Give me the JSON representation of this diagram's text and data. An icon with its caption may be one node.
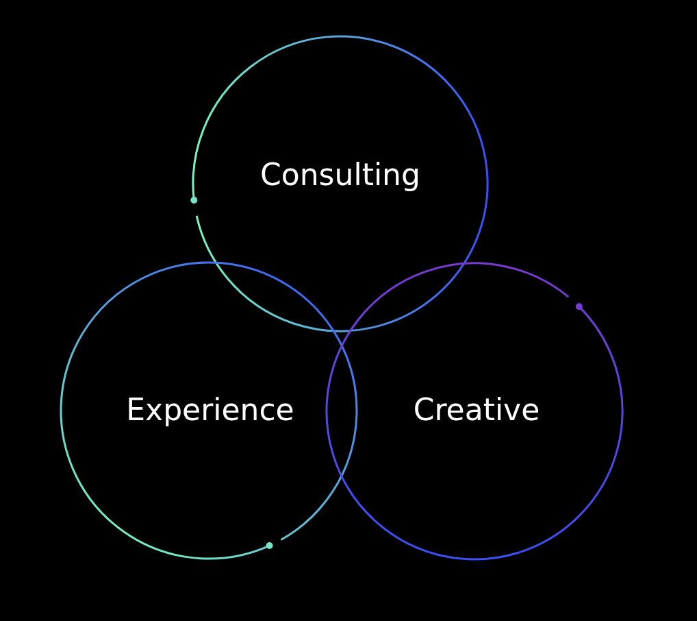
{
  "diagram": {
    "nodes": [
      {
        "text": [
          "Consulting"
        ]
      },
      {
        "text": [
          "Experience"
        ]
      },
      {
        "text": [
          "Creative"
        ]
      }
    ]
  }
}
